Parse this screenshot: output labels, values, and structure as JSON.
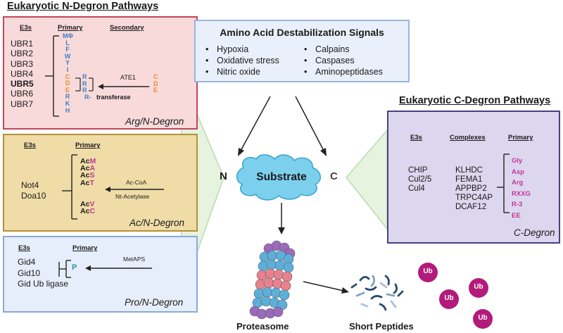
{
  "n_degron_title": "Eukaryotic N-Degron Pathways",
  "c_degron_title": "Eukaryotic C-Degron Pathways",
  "arg": {
    "headers": {
      "e3s": "E3s",
      "primary": "Primary",
      "secondary": "Secondary"
    },
    "e3s": [
      "UBR1",
      "UBR2",
      "UBR3",
      "UBR4",
      "UBR5",
      "UBR6",
      "UBR7"
    ],
    "primary": [
      "MΦ",
      "L",
      "F",
      "W",
      "Y",
      "I",
      "C",
      "D",
      "E",
      "R",
      "K",
      "H"
    ],
    "secondary_r": [
      "R",
      "R",
      "R"
    ],
    "r_minus": "R-",
    "transferase": "transferase",
    "ate1": "ATE1",
    "cde": [
      "C",
      "D",
      "E"
    ],
    "tag": "Arg/N-Degron",
    "colors": {
      "bg": "#f9dada",
      "border": "#c4455a"
    }
  },
  "ac": {
    "headers": {
      "e3s": "E3s",
      "primary": "Primary"
    },
    "e3s": [
      "Not4",
      "Doa10"
    ],
    "prefix": "Ac",
    "residues": [
      "M",
      "A",
      "S",
      "T",
      "V",
      "C"
    ],
    "acoa": "Ac-CoA",
    "enzyme": "Nt-Acetylase",
    "tag": "Ac/N-Degron",
    "colors": {
      "bg": "#efdca7",
      "border": "#b68f36"
    }
  },
  "pro": {
    "headers": {
      "e3s": "E3s",
      "primary": "Primary"
    },
    "e3s": [
      "Gid4",
      "Gid10",
      "Gid Ub ligase"
    ],
    "residue": "P",
    "enzyme": "MetAPS",
    "tag": "Pro/N-Degron",
    "colors": {
      "bg": "#e5eefa",
      "border": "#8aaad5"
    }
  },
  "signals": {
    "title": "Amino Acid Destabilization Signals",
    "left": [
      "Hypoxia",
      "Oxidative stress",
      "Nitric oxide"
    ],
    "right": [
      "Calpains",
      "Caspases",
      "Aminopeptidases"
    ],
    "colors": {
      "bg": "#e9f0fb",
      "border": "#9ab5de"
    }
  },
  "cdeg": {
    "headers": {
      "e3s": "E3s",
      "complexes": "Complexes",
      "primary": "Primary"
    },
    "e3s": [
      "CHIP",
      "Cul2/5",
      "Cul4"
    ],
    "complexes": [
      "KLHDC",
      "FEMA1",
      "APPBP2",
      "TRPC4AP",
      "DCAF12"
    ],
    "primary": [
      "Gly",
      "Asp",
      "Arg",
      "RXXG",
      "R-3",
      "EE"
    ],
    "tag": "C-Degron",
    "colors": {
      "bg": "#dcd6ee",
      "border": "#4a3f83"
    }
  },
  "center": {
    "n": "N",
    "c": "C",
    "substrate": "Substrate",
    "proteasome": "Proteasome",
    "peptides": "Short Peptides",
    "ub": "Ub"
  },
  "palette": {
    "substrate": "#7cd0ee",
    "ub": "#b21b7a",
    "proteasome_pink": "#e8828a",
    "proteasome_blue": "#5cb0d8",
    "proteasome_purple": "#9b6ab8",
    "wedge": "#cfe8c7"
  }
}
